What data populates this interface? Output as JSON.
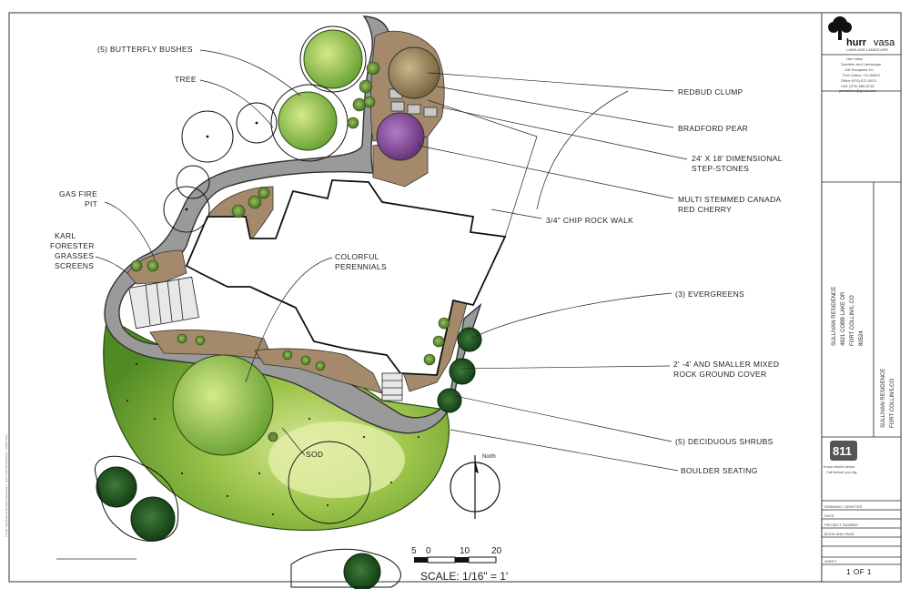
{
  "labels": {
    "butterfly_bushes": "(5)   BUTTERFLY BUSHES",
    "tree": "TREE",
    "gas_fire_pit": [
      "GAS FIRE",
      "PIT"
    ],
    "karl_forester": [
      "KARL",
      "FORESTER",
      "GRASSES",
      "SCREENS"
    ],
    "colorful_perennials": [
      "COLORFUL",
      "PERENNIALS"
    ],
    "sod": "SOD",
    "redbud_clump": "REDBUD CLUMP",
    "bradford_pear": "BRADFORD PEAR",
    "step_stones": [
      "24' X 18' DIMENSIONAL",
      "STEP-STONES"
    ],
    "canada_red_cherry": [
      "MULTI STEMMED CANADA",
      "RED CHERRY"
    ],
    "chip_rock_walk": "3/4\" CHIP ROCK WALK",
    "evergreens": "(3)     EVERGREENS",
    "rock_ground_cover": [
      "2' -4' AND SMALLER MIXED",
      "ROCK GROUND COVER"
    ],
    "deciduous_shrubs": "(5)     DECIDUOUS SHRUBS",
    "boulder_seating": "BOULDER SEATING"
  },
  "north": {
    "label": "North"
  },
  "scale": {
    "ticks": [
      "5",
      "0",
      "10",
      "20"
    ],
    "label": "SCALE: 1/16\" = 1'"
  },
  "title_block": {
    "logo_left": "hurr",
    "logo_right": "vasa",
    "logo_tagline": "LAWN AND LANDSCAPE",
    "contact": [
      "Hurr Vasa",
      "Sprinkler and Landscape",
      "118 Racquette Dr.,",
      "Fort Collins, CO 80524",
      "Office:(970) 672-0023",
      "Cell: (970) 666-8745",
      "jamesthurr@gmail.com"
    ],
    "project_lines": [
      "SULLIVAN RESIDENCE",
      "4921 COBB LAKE DR",
      "FORT COLLINS, CO",
      "80524"
    ],
    "project_short": [
      "SULLIVAN RESIDENCE",
      "FORT COLLINS,CO"
    ],
    "badge_811": "811",
    "badge_know": "Know what's below.",
    "badge_call": "Call before you dig.",
    "rows": [
      "DRAWING / DRAFTER",
      "DATE",
      "PROJECT NUMBER",
      "BOOK AND PAGE"
    ],
    "sheet_label": "SHEET",
    "sheet_number": "1   OF   1"
  },
  "margin": {
    "file_path": "P:\\Hurr Vasa\\Sullivan Residence\\Drawing 1 - SULLIVAN RESIDENCE - HURR VASA"
  }
}
